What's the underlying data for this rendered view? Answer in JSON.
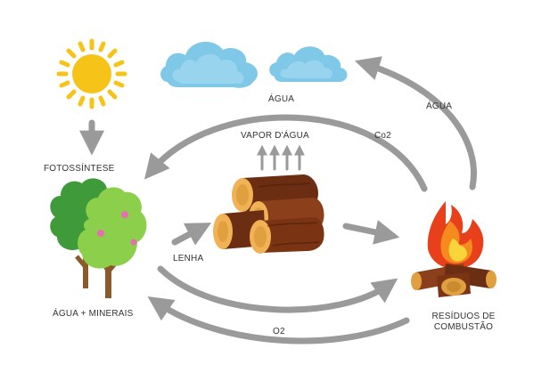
{
  "colors": {
    "arrow": "#9a9a9a",
    "sun": "#f6c418",
    "cloud": "#7fc8e8",
    "cloud_shade": "#a8dcf2",
    "tree_dark": "#3f9a3a",
    "tree_light": "#8ccf4a",
    "trunk": "#8a5a2b",
    "log_dark": "#6b2e12",
    "log_mid": "#8b3f1a",
    "log_end": "#e0a040",
    "flame_red": "#e8401a",
    "flame_orange": "#f58a1f",
    "flame_yellow": "#f9d43a",
    "text": "#333333"
  },
  "labels": {
    "photosynthesis": "FOTOSSÍNTESE",
    "water_top": "ÁGUA",
    "water_vapor": "VAPOR D'ÁGUA",
    "co2": "Co2",
    "water_right": "ÁGUA",
    "firewood": "LENHA",
    "water_minerals": "ÁGUA + MINERAIS",
    "combustion_line1": "RESÍDUOS DE",
    "combustion_line2": "COMBUSTÃO",
    "o2": "O2"
  },
  "icons": [
    "sun-icon",
    "cloud-icon",
    "trees-icon",
    "logs-icon",
    "campfire-icon"
  ]
}
